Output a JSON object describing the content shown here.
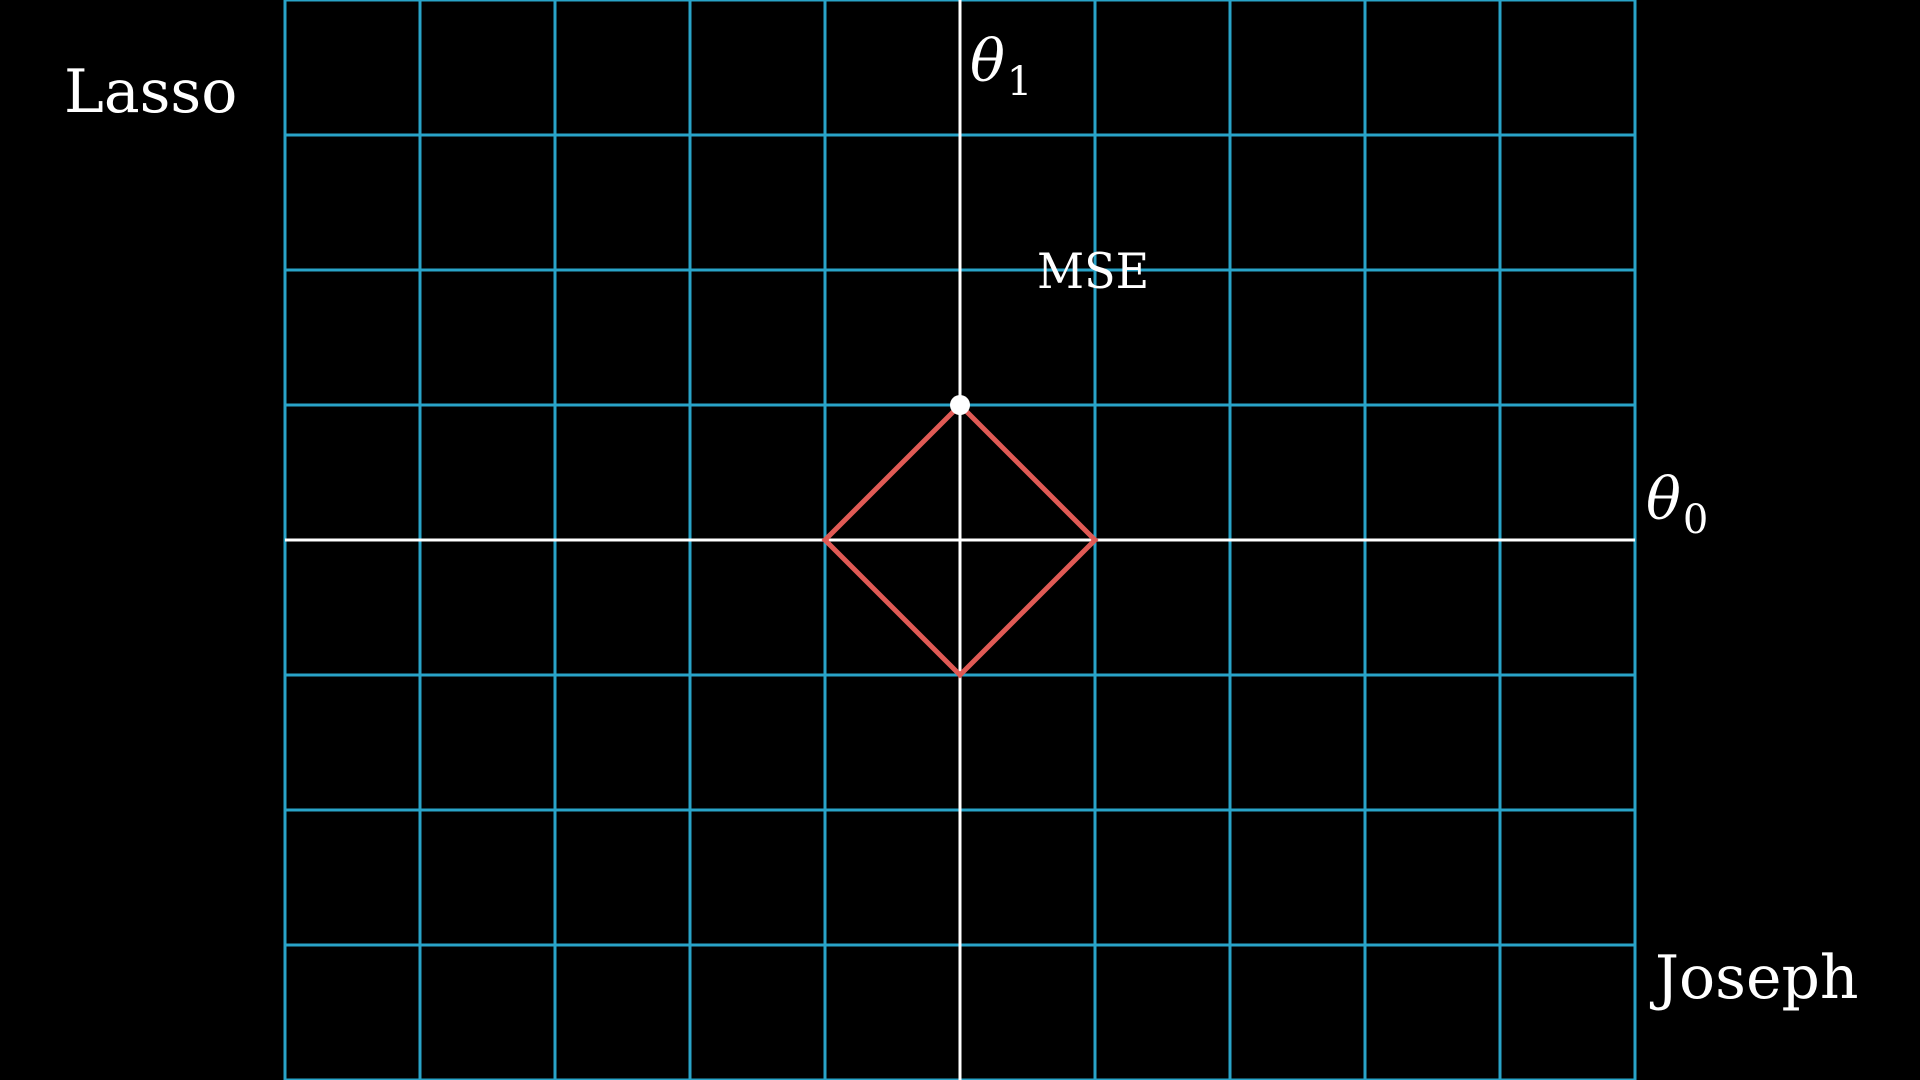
{
  "labels": {
    "title": "Lasso",
    "author": "Joseph",
    "loss": "MSE"
  },
  "axes": {
    "vertical": {
      "symbol": "θ",
      "subscript": "1"
    },
    "horizontal": {
      "symbol": "θ",
      "subscript": "0"
    }
  },
  "plane": {
    "x_range": [
      -5,
      5
    ],
    "y_range": [
      -4,
      4
    ],
    "step": 1
  },
  "constraint": {
    "shape": "l1-ball",
    "radius": 1,
    "vertices": [
      [
        0,
        1
      ],
      [
        1,
        0
      ],
      [
        0,
        -1
      ],
      [
        -1,
        0
      ]
    ]
  },
  "solution_point": {
    "x": 0,
    "y": 1
  },
  "colors": {
    "background": "#000000",
    "grid": "#29a3c8",
    "axes": "#ffffff",
    "constraint": "#e05a55",
    "point": "#ffffff",
    "text": "#ffffff"
  }
}
